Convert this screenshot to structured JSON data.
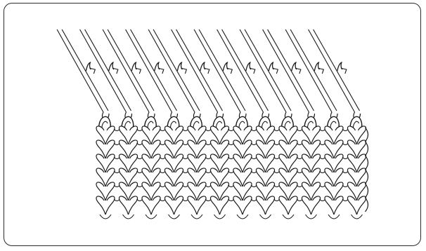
{
  "figure": {
    "subject": "machine-knitting-needles-with-knitted-fabric",
    "stroke_color": "#1a1a1a",
    "background_color": "#ffffff",
    "frame_color": "#2a2a2a",
    "needle_count": 12,
    "stitch_columns": 12,
    "stitch_rows": 6
  }
}
